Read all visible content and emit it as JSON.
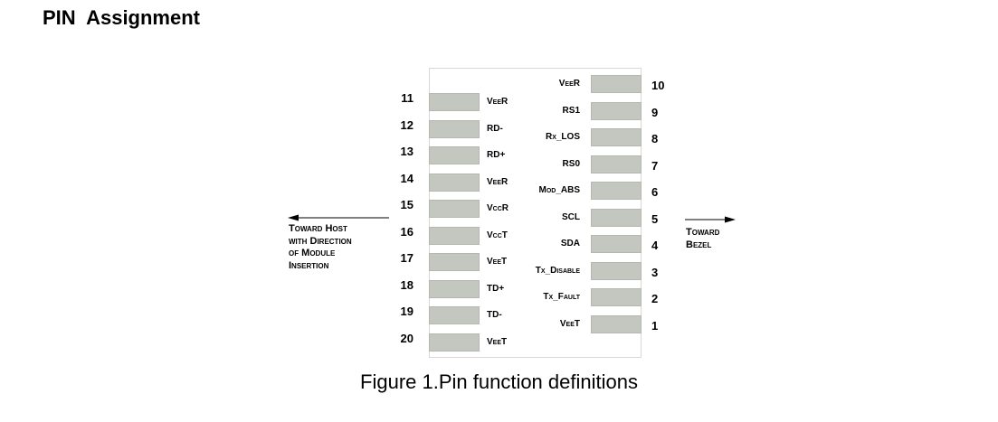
{
  "heading": "PIN  Assignment",
  "caption": "Figure 1.Pin function definitions",
  "left_note": [
    "Toward Host",
    "with Direction",
    "of Module",
    "Insertion"
  ],
  "right_note": [
    "Toward",
    "Bezel"
  ],
  "left_pins": [
    {
      "num": "11",
      "signal": "VeeR"
    },
    {
      "num": "12",
      "signal": "RD-"
    },
    {
      "num": "13",
      "signal": "RD+"
    },
    {
      "num": "14",
      "signal": "VeeR"
    },
    {
      "num": "15",
      "signal": "VccR"
    },
    {
      "num": "16",
      "signal": "VccT"
    },
    {
      "num": "17",
      "signal": "VeeT"
    },
    {
      "num": "18",
      "signal": "TD+"
    },
    {
      "num": "19",
      "signal": "TD-"
    },
    {
      "num": "20",
      "signal": "VeeT"
    }
  ],
  "right_pins": [
    {
      "num": "10",
      "signal": "VeeR"
    },
    {
      "num": "9",
      "signal": "RS1"
    },
    {
      "num": "8",
      "signal": "Rx_LOS"
    },
    {
      "num": "7",
      "signal": "RS0"
    },
    {
      "num": "6",
      "signal": "Mod_ABS"
    },
    {
      "num": "5",
      "signal": "SCL"
    },
    {
      "num": "4",
      "signal": "SDA"
    },
    {
      "num": "3",
      "signal": "Tx_Disable"
    },
    {
      "num": "2",
      "signal": "Tx_Fault"
    },
    {
      "num": "1",
      "signal": "VeeT"
    }
  ]
}
